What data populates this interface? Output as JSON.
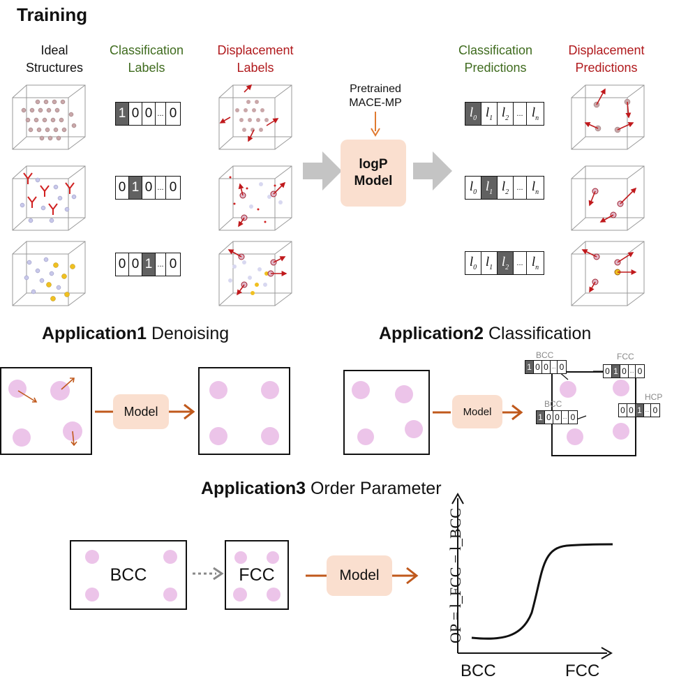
{
  "training": {
    "title": "Training",
    "col_ideal": "Ideal\nStructures",
    "col_class_labels": "Classification\nLabels",
    "col_disp_labels": "Displacement\nLabels",
    "col_class_pred": "Classification\nPredictions",
    "col_disp_pred": "Displacement\nPredictions",
    "pretrained": "Pretrained\nMACE-MP",
    "model": "logP\nModel",
    "label_rows": [
      [
        "1",
        "0",
        "0",
        "...",
        "0"
      ],
      [
        "0",
        "1",
        "0",
        "...",
        "0"
      ],
      [
        "0",
        "0",
        "1",
        "...",
        "0"
      ]
    ],
    "pred_cells": [
      "l0",
      "l1",
      "l2",
      "...",
      "ln"
    ]
  },
  "app1": {
    "bold": "Application1",
    "rest": "Denoising",
    "model": "Model"
  },
  "app2": {
    "bold": "Application2",
    "rest": "Classification",
    "model": "Model",
    "bcc1": "BCC",
    "fcc": "FCC",
    "bcc2": "BCC",
    "hcp": "HCP",
    "vec_bcc1": [
      "1",
      "0",
      "0",
      "...",
      "0"
    ],
    "vec_fcc": [
      "0",
      "1",
      "0",
      "...",
      "0"
    ],
    "vec_bcc2": [
      "1",
      "0",
      "0",
      "...",
      "0"
    ],
    "vec_hcp": [
      "0",
      "0",
      "1",
      "...",
      "0"
    ]
  },
  "app3": {
    "bold": "Application3",
    "rest": "Order Parameter",
    "model": "Model",
    "box1": "BCC",
    "box2": "FCC",
    "ylabel": "OP = l_FCC − l_BCC",
    "x_left": "BCC",
    "x_right": "FCC"
  },
  "colors": {
    "green": "#3f6b1e",
    "red": "#b0191c",
    "arrow": "#c0591c",
    "model_fill": "#fadfcf",
    "atom": "#ecc4e9"
  }
}
